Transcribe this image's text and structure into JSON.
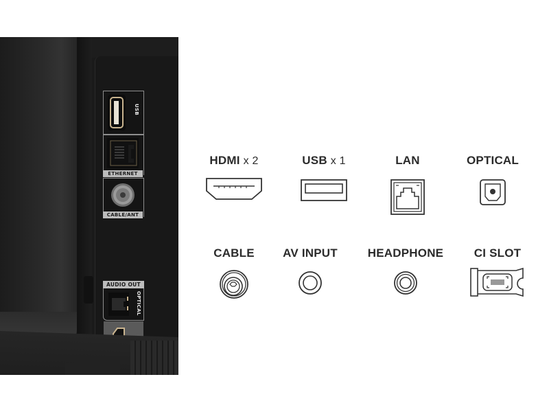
{
  "photo": {
    "description": "TV rear connection panel",
    "port_labels": {
      "usb": "USB",
      "ethernet": "ETHERNET",
      "cable_ant": "CABLE/ANT",
      "audio_out": "AUDIO OUT",
      "optical": "OPTICAL"
    }
  },
  "connectors": {
    "row1": [
      {
        "name": "HDMI",
        "count_label": "x 2",
        "icon": "hdmi-port-icon"
      },
      {
        "name": "USB",
        "count_label": "x 1",
        "icon": "usb-port-icon"
      },
      {
        "name": "LAN",
        "count_label": "",
        "icon": "lan-port-icon"
      },
      {
        "name": "OPTICAL",
        "count_label": "",
        "icon": "optical-port-icon"
      }
    ],
    "row2": [
      {
        "name": "CABLE",
        "count_label": "",
        "icon": "coax-port-icon"
      },
      {
        "name": "AV INPUT",
        "count_label": "",
        "icon": "av-input-port-icon"
      },
      {
        "name": "HEADPHONE",
        "count_label": "",
        "icon": "headphone-port-icon"
      },
      {
        "name": "CI SLOT",
        "count_label": "",
        "icon": "ci-slot-icon"
      }
    ]
  },
  "colors": {
    "label_text": "#2b2b2b",
    "icon_stroke": "#333333",
    "photo_bg": "#1a1a1a",
    "port_gold": "#c9b48f"
  }
}
